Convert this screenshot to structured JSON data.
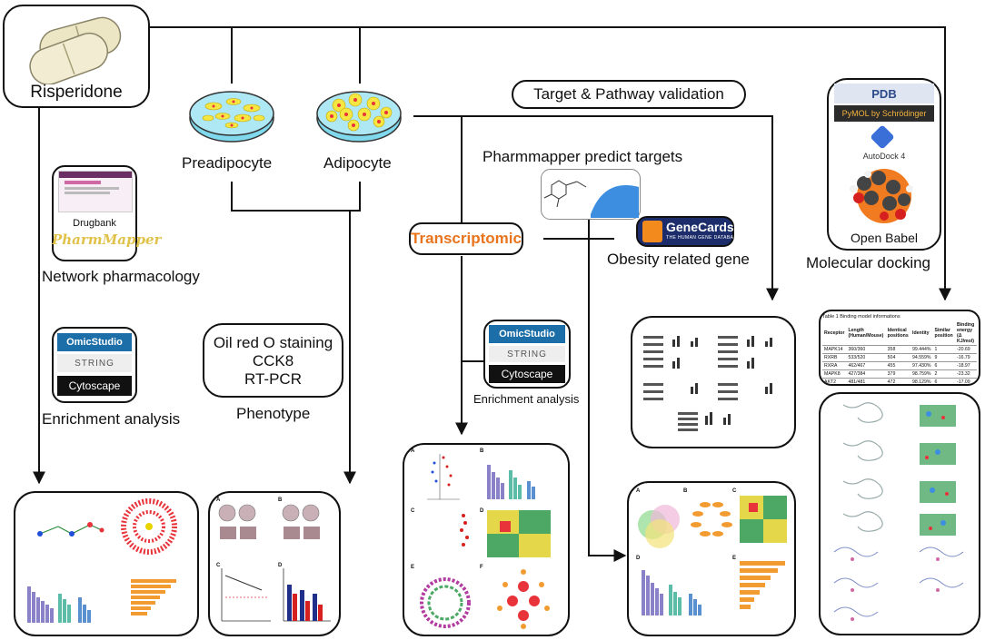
{
  "drug": {
    "label": "Risperidone"
  },
  "cells": {
    "preadipocyte": "Preadipocyte",
    "adipocyte": "Adipocyte"
  },
  "network": {
    "drugbank": "Drugbank",
    "pharmmapper_logo": "PharmMapper",
    "label": "Network pharmacology"
  },
  "enrichment_left": {
    "tools": [
      "OmicStudio",
      "STRING",
      "Cytoscape"
    ],
    "label": "Enrichment analysis"
  },
  "phenotype": {
    "assays": [
      "Oil red O staining",
      "CCK8",
      "RT-PCR"
    ],
    "label": "Phenotype"
  },
  "target_validation": {
    "label": "Target & Pathway validation"
  },
  "pharmmapper": {
    "label": "Pharmmapper predict targets"
  },
  "transcriptomic": {
    "label": "Transcriptomic"
  },
  "genecards": {
    "logo": "GeneCards",
    "sub": "THE HUMAN GENE DATABASE",
    "label": "Obesity related gene"
  },
  "enrichment_mid": {
    "tools": [
      "OmicStudio",
      "STRING",
      "Cytoscape"
    ],
    "label": "Enrichment analysis"
  },
  "docking": {
    "tools": [
      "PDB",
      "PyMOL by Schrödinger",
      "AutoDock 4",
      "Open Babel"
    ],
    "label": "Molecular docking"
  },
  "binding_table": {
    "title": "Table 1 Binding model informations",
    "headers": [
      "Receptor",
      "Length (Human/Mouse)",
      "Identical positions",
      "Identity",
      "Similar position",
      "Binding energy (Δ KJ/mol)"
    ],
    "rows": [
      [
        "MAPK14",
        "360/360",
        "358",
        "99.444%",
        "1",
        "-20.69"
      ],
      [
        "RXRB",
        "533/520",
        "504",
        "94.559%",
        "9",
        "-16.79"
      ],
      [
        "RXRA",
        "462/467",
        "455",
        "97.430%",
        "6",
        "-18.97"
      ],
      [
        "MAPK8",
        "427/384",
        "379",
        "98.759%",
        "2",
        "-23.32"
      ],
      [
        "AKT2",
        "481/481",
        "472",
        "98.129%",
        "6",
        "-17.09"
      ]
    ]
  },
  "panel_tags": {
    "a": "A",
    "b": "B",
    "c": "C",
    "d": "D",
    "e": "E",
    "f": "F"
  },
  "colors": {
    "accent_orange": "#e8741e",
    "cyto_orange": "#f28a1e",
    "omic_blue": "#1b6ea8",
    "bar_purple": "#8a82c8",
    "bar_orange": "#f29b30",
    "dish_yellow": "#f5e642",
    "dish_cyan": "#7fd8ec"
  }
}
